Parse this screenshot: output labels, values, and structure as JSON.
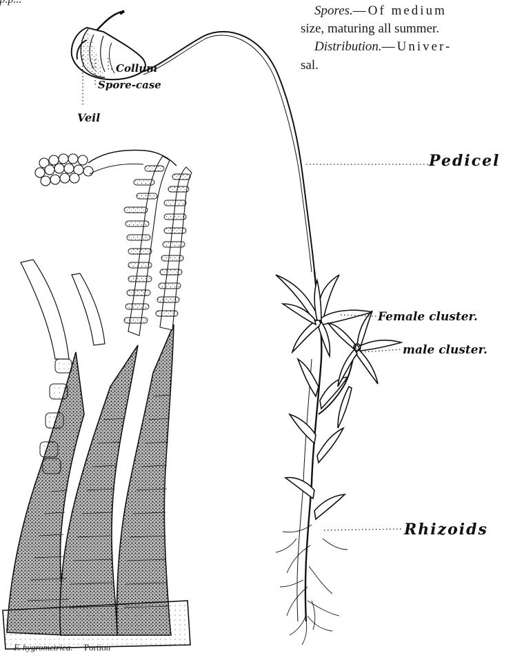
{
  "text": {
    "top_left_fragment": "(p.p...",
    "spores_label": "Spores.",
    "spores_dash": "—Of medium",
    "spores_line2": "size, maturing all summer.",
    "distribution_label": "Distribution.",
    "distribution_dash": "—Univer-",
    "distribution_line2": "sal."
  },
  "labels": {
    "collum": "Collum",
    "spore_case": "Spore-case",
    "veil": "Veil",
    "pedicel": "Pedicel",
    "female_cluster": "Female cluster.",
    "male_cluster": "male cluster.",
    "rhizoids": "Rhizoids"
  },
  "caption": {
    "species": "F. hygrometrica.",
    "word": "Portion"
  }
}
